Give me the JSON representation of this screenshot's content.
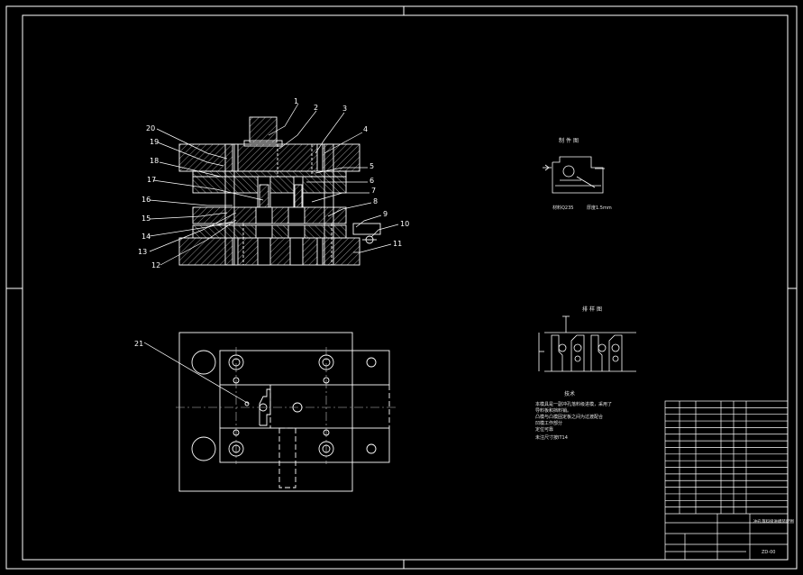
{
  "colors": {
    "background": "#000000",
    "line": "#ffffff",
    "hatch": "#c8c8c8",
    "centerline": "#bfbfbf",
    "title_text": "#e6e6e6"
  },
  "section_view": {
    "part_numbers": [
      "1",
      "2",
      "3",
      "4",
      "5",
      "6",
      "7",
      "8",
      "9",
      "10",
      "11",
      "12",
      "13",
      "14",
      "15",
      "16",
      "17",
      "18",
      "19",
      "20"
    ]
  },
  "plan_view": {
    "part_number": "21"
  },
  "part_drawing": {
    "title": "制件图",
    "material_note": "材料Q235",
    "thickness_note": "厚度1.5mm"
  },
  "strip_layout": {
    "title": "排样图"
  },
  "technical_requirements": {
    "heading": "技术",
    "lines": [
      "本模具是一副冲孔落料级进模，采用了",
      "导料板和挡料销。",
      "凸模与凸模固定板之间为过渡配合",
      "凹模工作部分",
      "定位可靠",
      "未注尺寸按IT14"
    ]
  },
  "title_block": {
    "row_count": 17,
    "drawing_name": "冲孔落料级进模装配图",
    "drawing_number": "ZD-00"
  }
}
